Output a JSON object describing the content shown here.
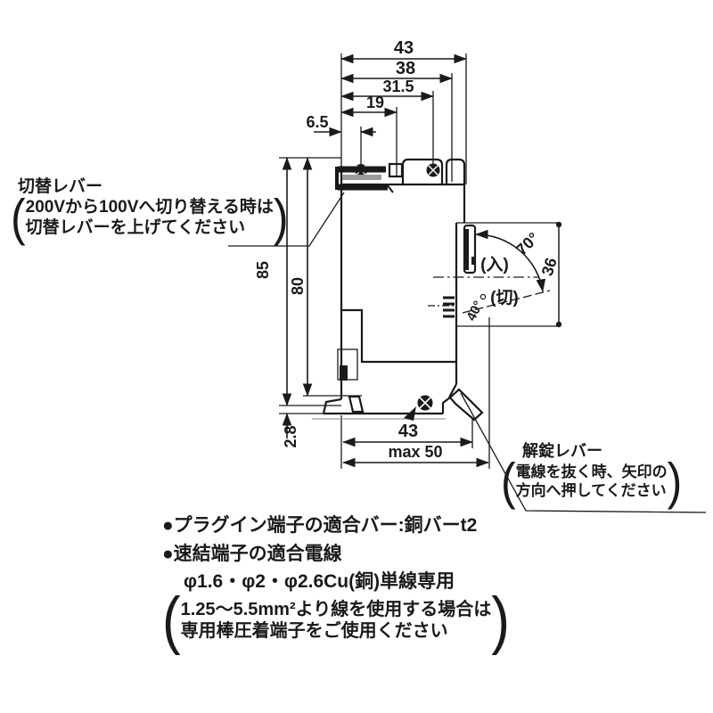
{
  "dims": {
    "d43_top": "43",
    "d38": "38",
    "d31_5": "31.5",
    "d19": "19",
    "d6_5": "6.5",
    "d85": "85",
    "d80": "80",
    "d2_8": "2.8",
    "d43_bottom": "43",
    "dmax50": "max 50",
    "d36": "36",
    "a70": "70°",
    "a40": "40°"
  },
  "labels": {
    "on": "(入)",
    "off": "(切)"
  },
  "callout_switch": {
    "title": "切替レバー",
    "line1": "200Vから100Vへ切り替える時は",
    "line2": "切替レバーを上げてください"
  },
  "callout_release": {
    "title": "解錠レバー",
    "line1": "電線を抜く時、矢印の",
    "line2": "方向へ押してください"
  },
  "notes": {
    "bullet1": "●プラグイン端子の適合バー:銅バーt2",
    "bullet2": "●速結端子の適合電線",
    "line3": "φ1.6・φ2・φ2.6Cu(銅)単線専用",
    "paren1": "1.25〜5.5mm²より線を使用する場合は",
    "paren2": "専用棒圧着端子をご使用ください"
  },
  "colors": {
    "ink": "#1a1a1a",
    "paper": "#ffffff",
    "shade": "#9a9a9a"
  }
}
